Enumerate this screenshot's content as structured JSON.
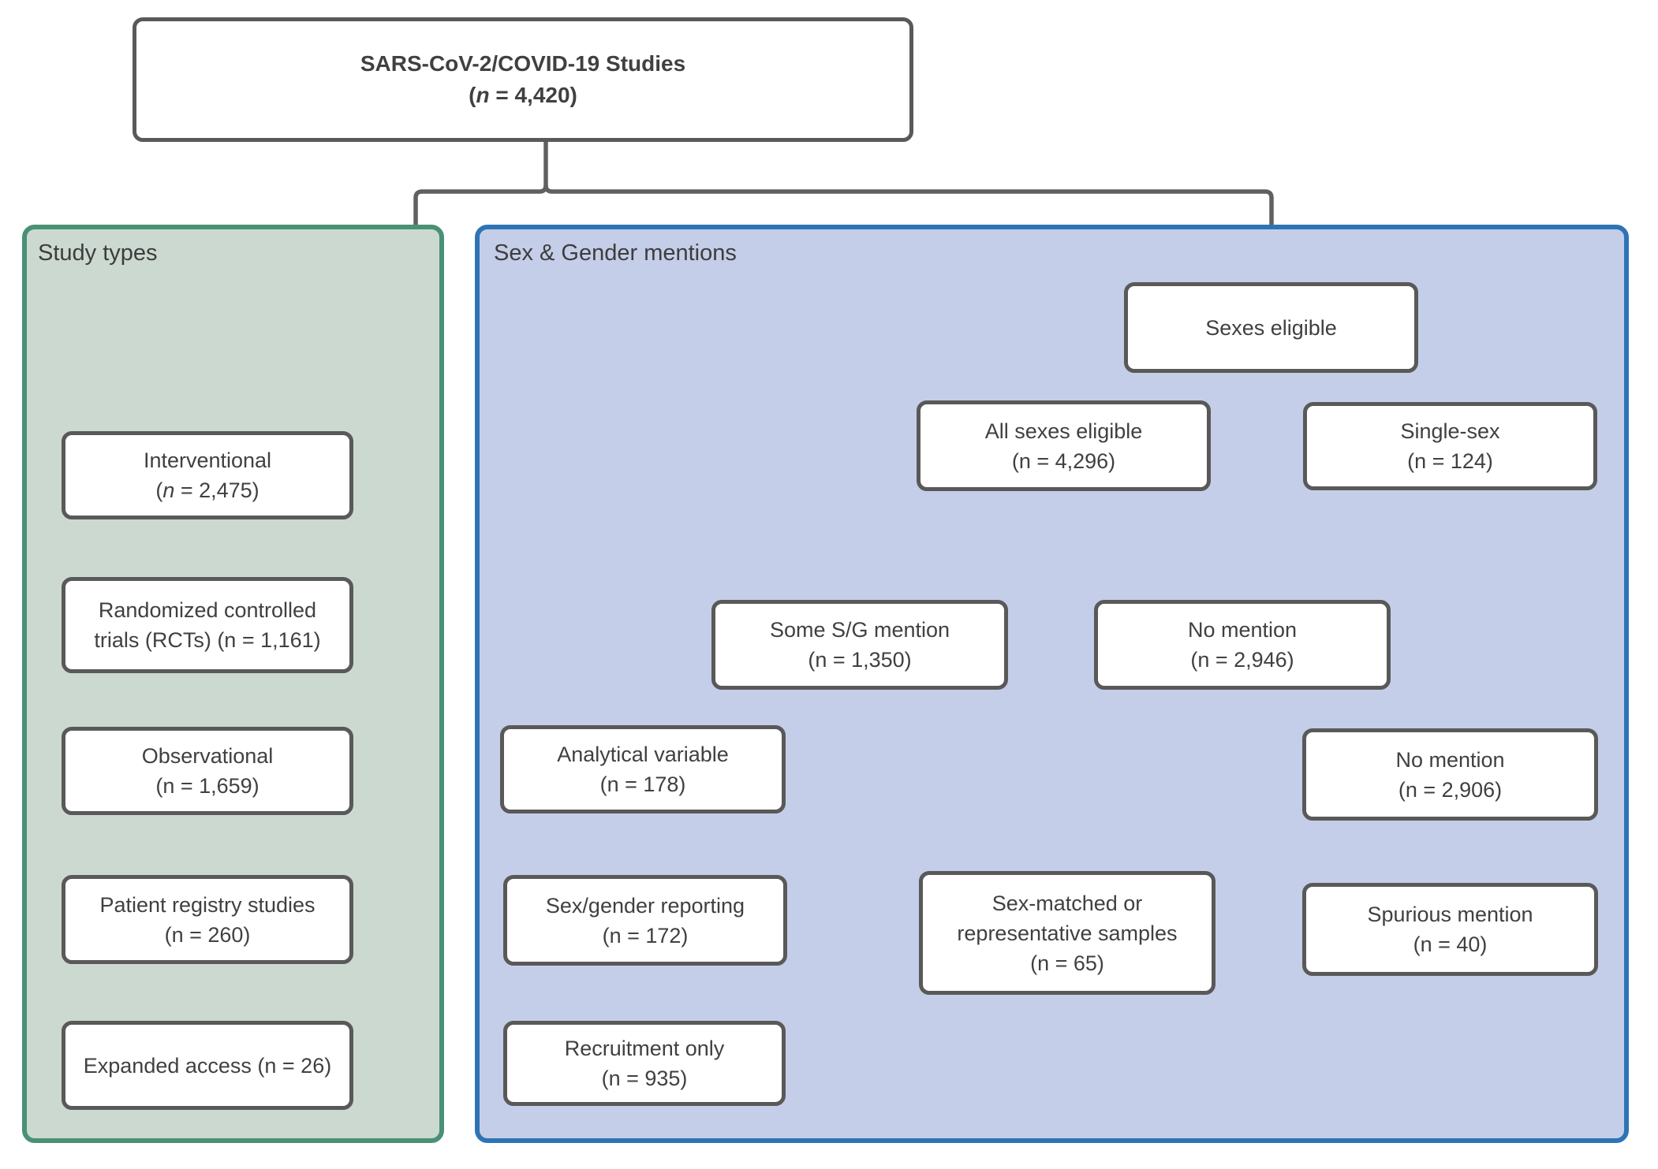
{
  "diagram": {
    "root": {
      "label": "SARS-CoV-2/COVID-19 Studies",
      "count": "(n = 4,420)"
    },
    "study_types_panel": {
      "title": "Study types",
      "boxes": [
        {
          "id": "interventional",
          "label": "Interventional",
          "count": "(n = 2,475)"
        },
        {
          "id": "rcts",
          "label": "Randomized controlled trials (RCTs) (n = 1,161)",
          "count": ""
        },
        {
          "id": "observational",
          "label": "Observational",
          "count": "(n = 1,659)"
        },
        {
          "id": "patient-registry",
          "label": "Patient registry studies",
          "count": "(n = 260)"
        },
        {
          "id": "expanded-access",
          "label": "Expanded access (n = 26)",
          "count": ""
        }
      ]
    },
    "sex_gender_panel": {
      "title": "Sex & Gender mentions",
      "boxes": [
        {
          "id": "sexes-eligible",
          "label": "Sexes eligible",
          "count": ""
        },
        {
          "id": "all-sexes-eligible",
          "label": "All sexes eligible",
          "count": "(n = 4,296)"
        },
        {
          "id": "single-sex",
          "label": "Single-sex",
          "count": "(n = 124)"
        },
        {
          "id": "some-sg-mention",
          "label": "Some S/G mention",
          "count": "(n = 1,350)"
        },
        {
          "id": "no-mention",
          "label": "No mention",
          "count": "(n = 2,946)"
        },
        {
          "id": "analytical-variable",
          "label": "Analytical variable",
          "count": "(n = 178)"
        },
        {
          "id": "sg-reporting",
          "label": "Sex/gender reporting",
          "count": "(n = 172)"
        },
        {
          "id": "sex-matched",
          "label": "Sex-matched or representative samples",
          "count": "(n = 65)"
        },
        {
          "id": "recruitment-only",
          "label": "Recruitment only",
          "count": "(n = 935)"
        },
        {
          "id": "no-mention-sub",
          "label": "No mention",
          "count": "(n = 2,906)"
        },
        {
          "id": "spurious-mention",
          "label": "Spurious mention",
          "count": "(n = 40)"
        }
      ]
    }
  },
  "colors": {
    "line_color": "#606060",
    "box_border": "#595959",
    "text_color": "#404040",
    "green_fill": "#ccd9d1",
    "green_border": "#4a9077",
    "blue_fill": "#c5cee8",
    "blue_border": "#2e74b5"
  }
}
